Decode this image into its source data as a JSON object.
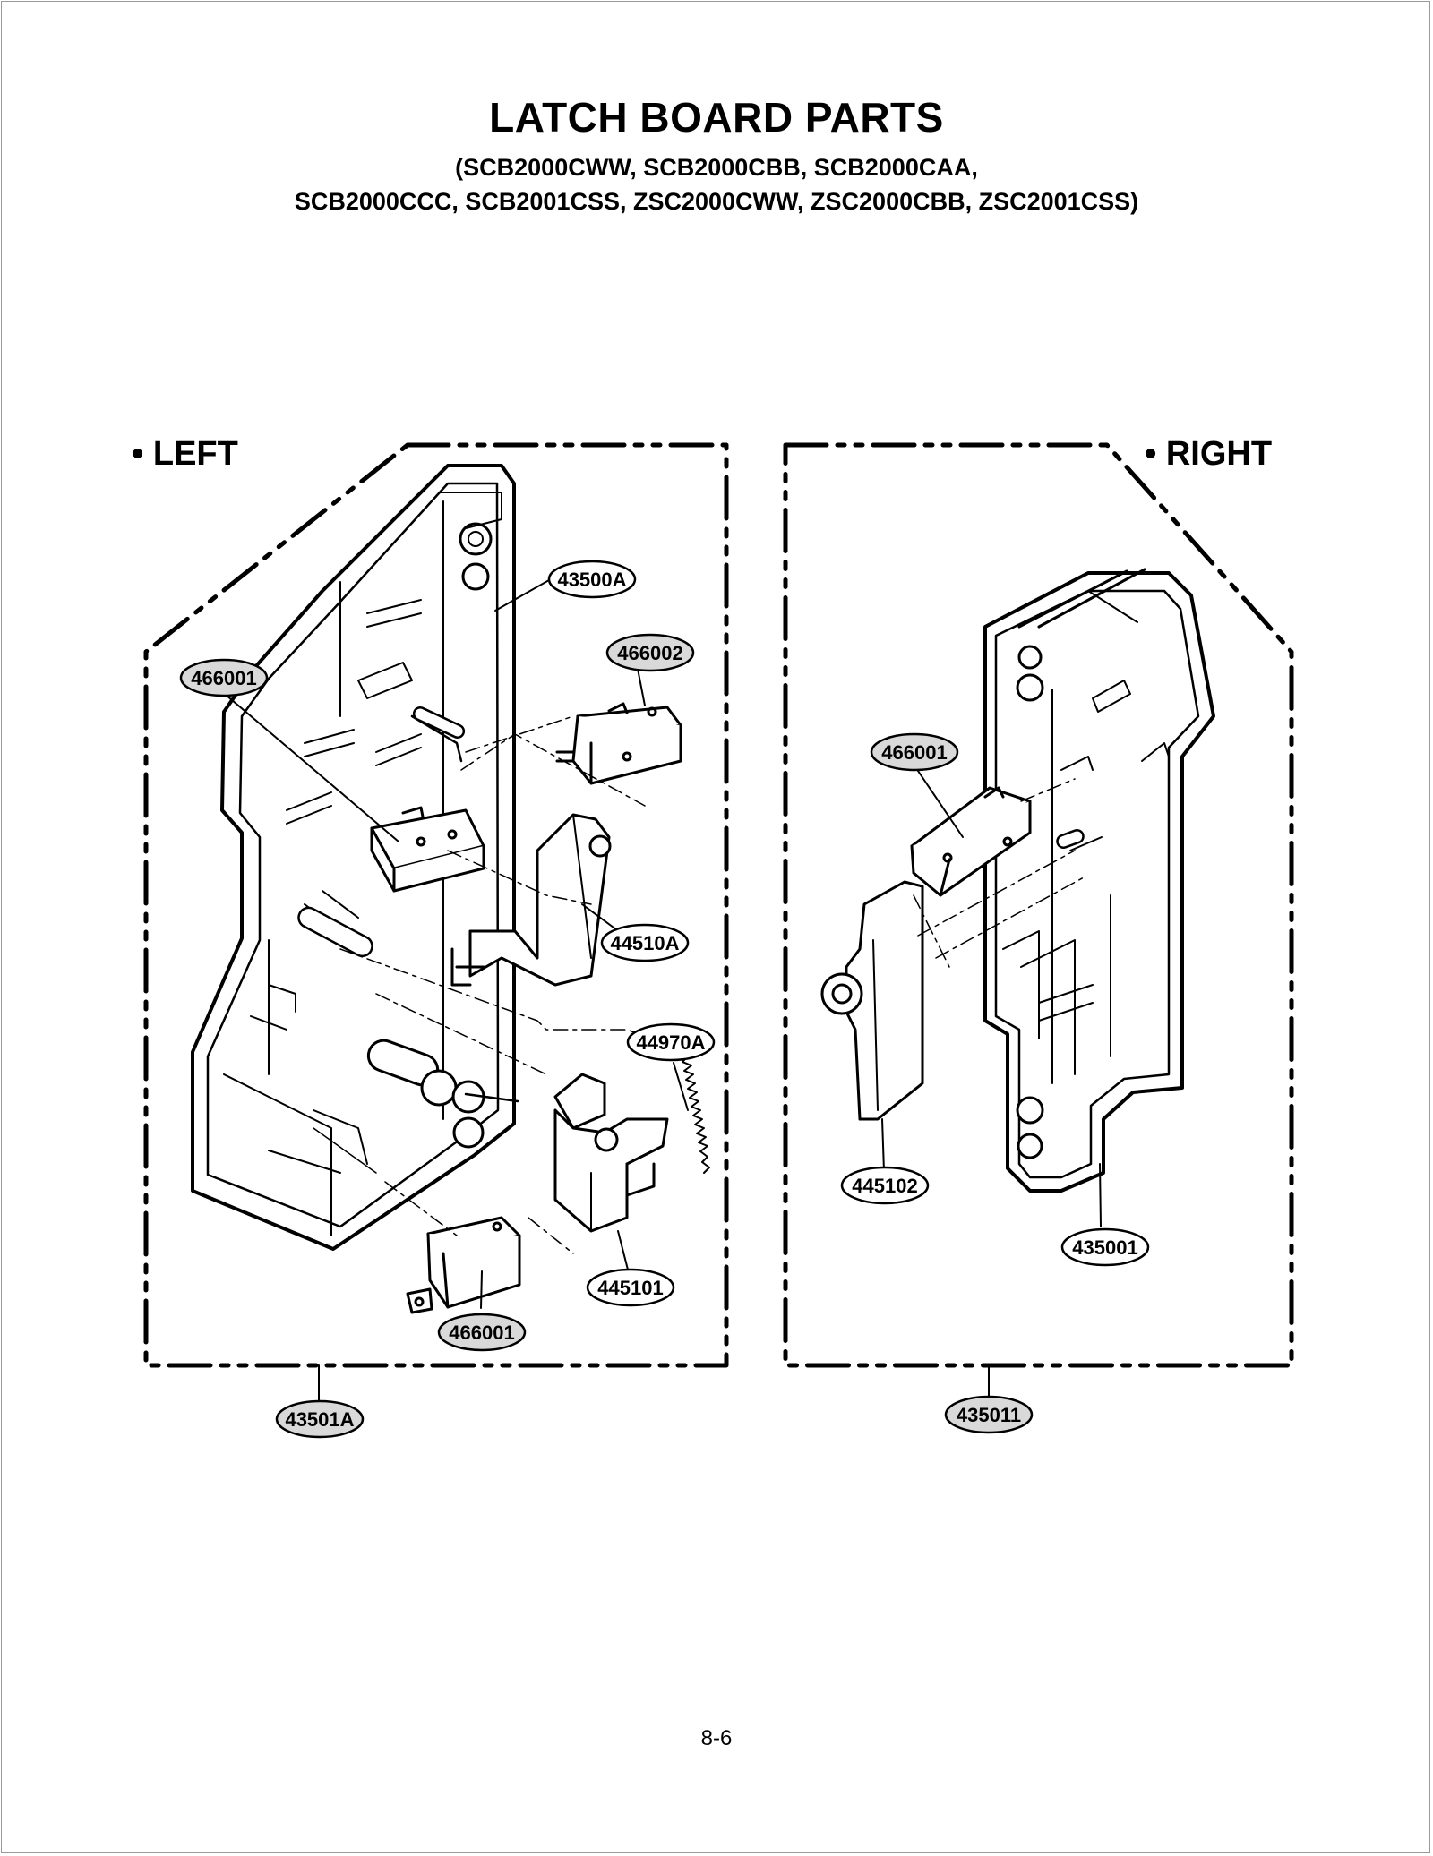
{
  "header": {
    "title": "LATCH BOARD PARTS",
    "models_line1": "(SCB2000CWW, SCB2000CBB, SCB2000CAA,",
    "models_line2": "SCB2000CCC, SCB2001CSS, ZSC2000CWW, ZSC2000CBB, ZSC2001CSS)"
  },
  "sections": {
    "left_label": "• LEFT",
    "right_label": "• RIGHT"
  },
  "callouts": {
    "left_43500A": "43500A",
    "left_466002": "466002",
    "left_466001_top": "466001",
    "left_44510A": "44510A",
    "left_44970A": "44970A",
    "left_445101": "445101",
    "left_466001_bottom": "466001",
    "left_43501A": "43501A",
    "right_466001": "466001",
    "right_445102": "445102",
    "right_435001": "435001",
    "right_435011": "435011"
  },
  "footer": {
    "page_number": "8-6"
  },
  "colors": {
    "ink": "#000000",
    "callout_fill": "#d9d9d9",
    "callout_fill_plain": "#ffffff",
    "page_border": "#9a9a9a"
  }
}
